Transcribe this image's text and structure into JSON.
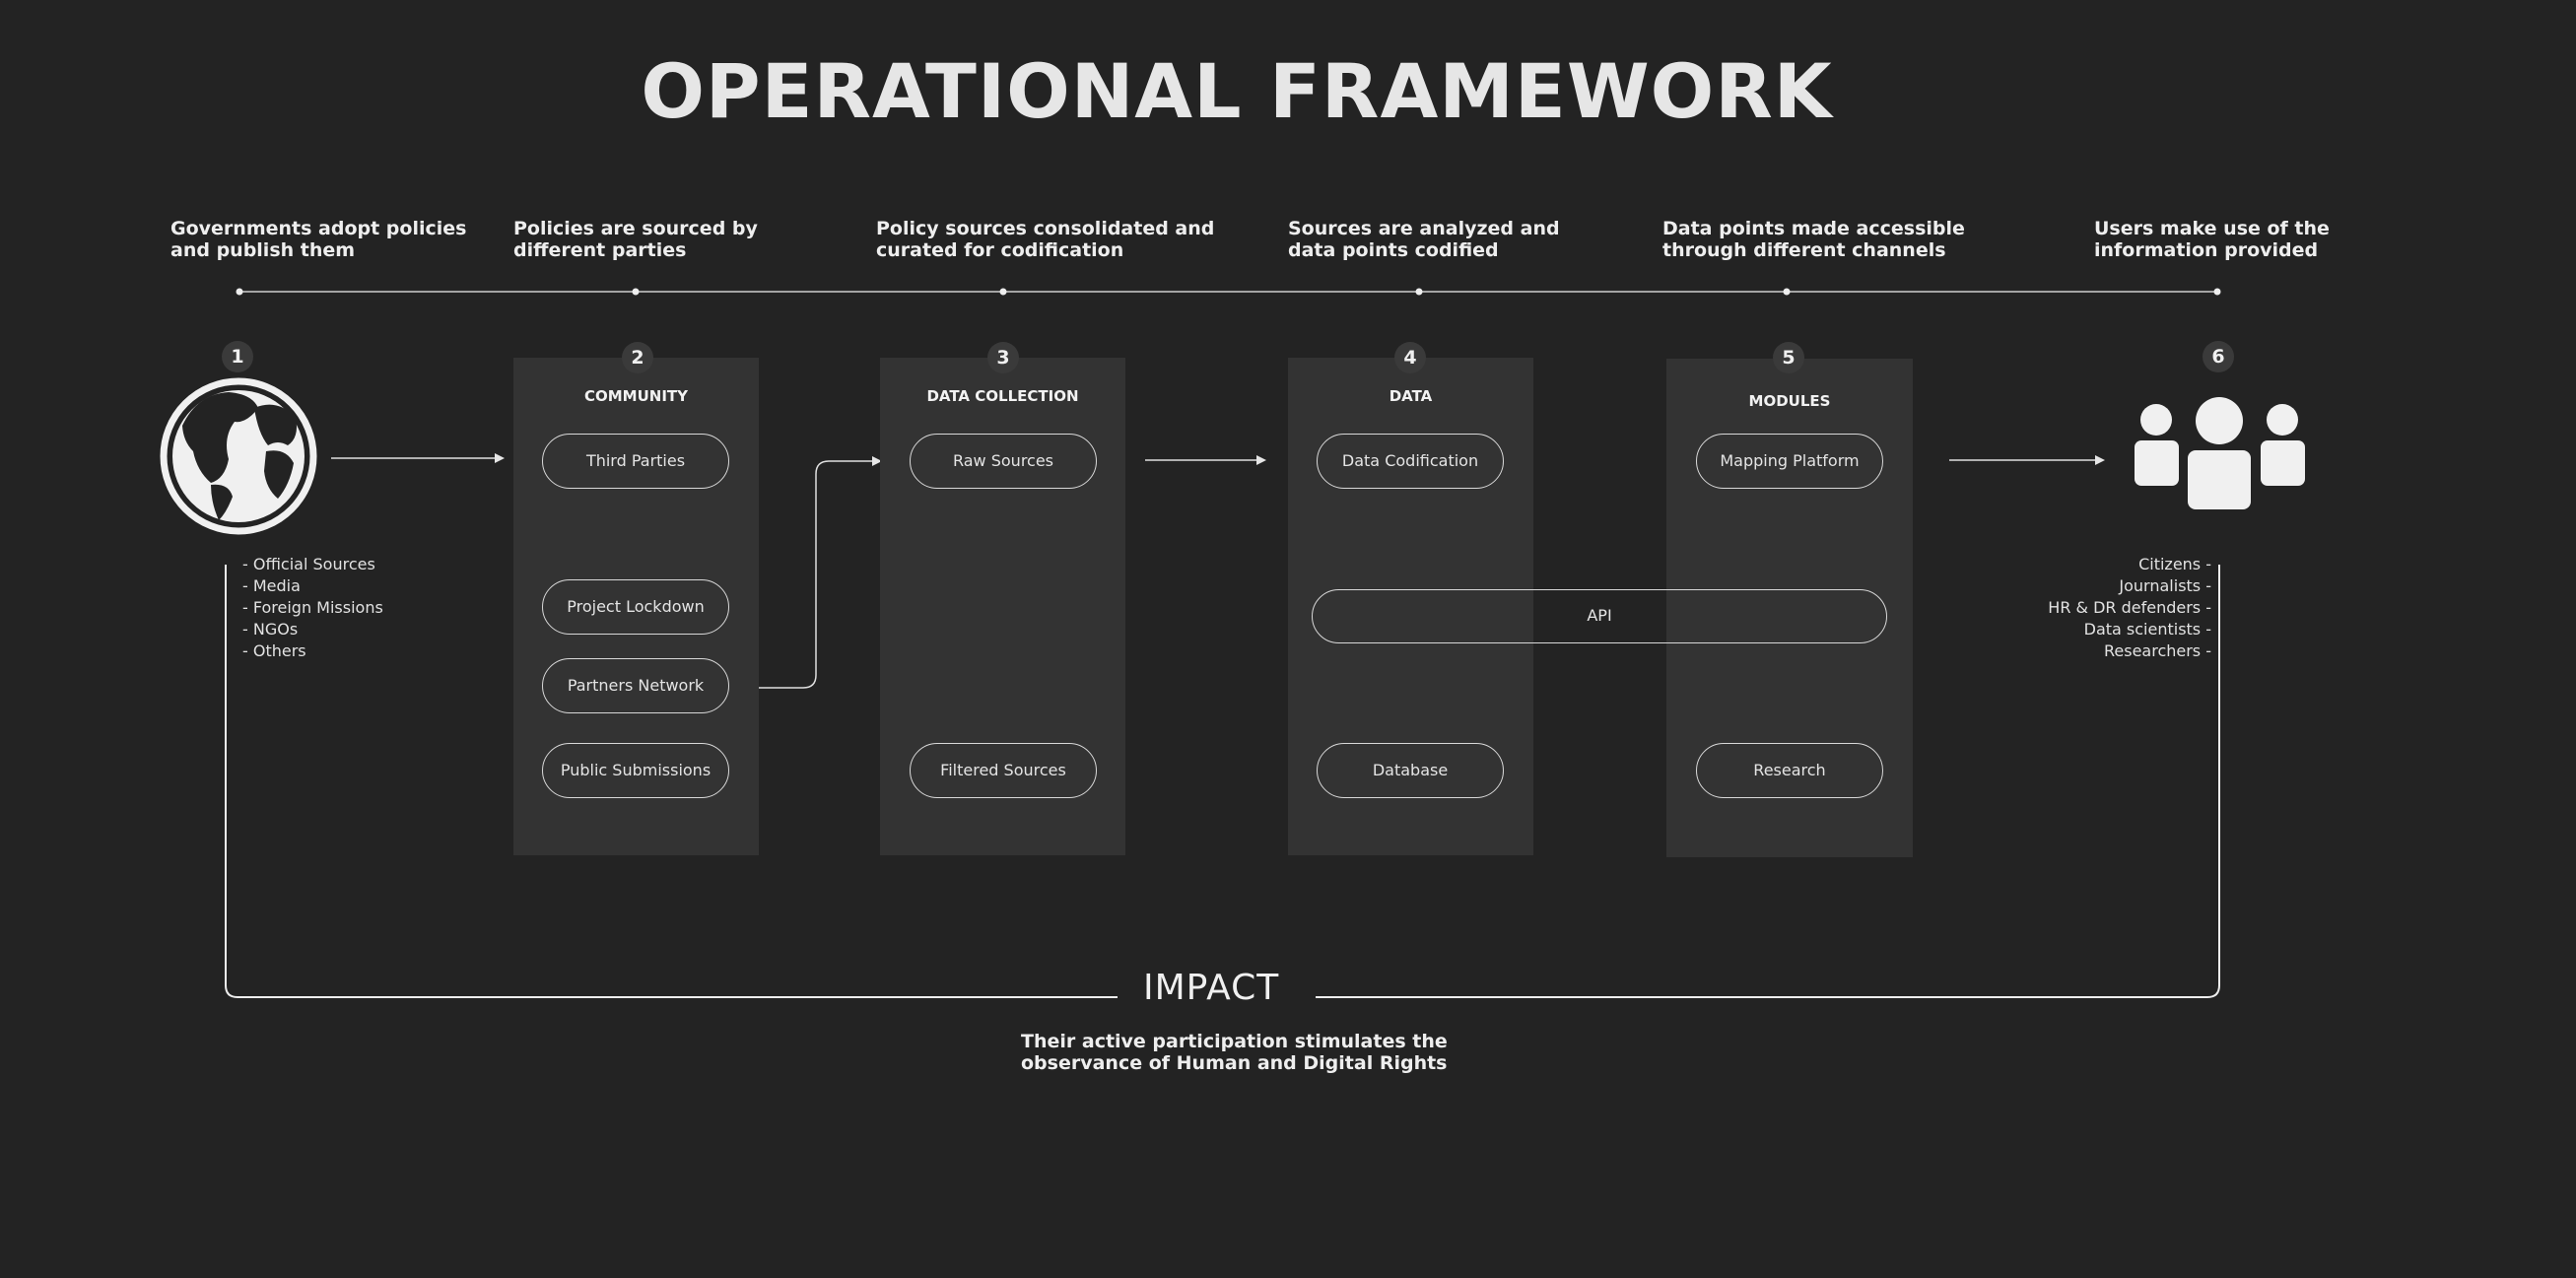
{
  "title": "OPERATIONAL FRAMEWORK",
  "stages": [
    {
      "number": "1",
      "description": [
        "Governments adopt policies",
        "and publish them"
      ]
    },
    {
      "number": "2",
      "description": [
        "Policies are sourced by",
        "different parties"
      ],
      "panel_title": "COMMUNITY"
    },
    {
      "number": "3",
      "description": [
        "Policy sources consolidated and",
        "curated for codification"
      ],
      "panel_title": "DATA COLLECTION"
    },
    {
      "number": "4",
      "description": [
        "Sources are analyzed and",
        "data points codified"
      ],
      "panel_title": "DATA"
    },
    {
      "number": "5",
      "description": [
        "Data points made accessible",
        "through different channels"
      ],
      "panel_title": "MODULES"
    },
    {
      "number": "6",
      "description": [
        "Users make use of the",
        "information provided"
      ]
    }
  ],
  "community": {
    "third_parties": "Third Parties",
    "project_lockdown": "Project Lockdown",
    "partners_network": "Partners Network",
    "public_submissions": "Public Submissions"
  },
  "data_collection": {
    "raw_sources": "Raw Sources",
    "filtered_sources": "Filtered Sources"
  },
  "data": {
    "data_codification": "Data Codification",
    "database": "Database"
  },
  "modules": {
    "mapping_platform": "Mapping Platform",
    "research": "Research"
  },
  "api": "API",
  "sources": [
    "- Official Sources",
    "- Media",
    "- Foreign Missions",
    "- NGOs",
    "- Others"
  ],
  "users": [
    "Citizens -",
    "Journalists -",
    "HR & DR defenders -",
    "Data scientists -",
    "Researchers -"
  ],
  "impact": {
    "label": "IMPACT",
    "description": [
      "Their active participation stimulates the",
      "observance of Human and Digital Rights"
    ]
  },
  "icons": {
    "stage1": "globe-icon",
    "stage6": "users-group-icon"
  },
  "colors": {
    "background": "#232323",
    "panel": "#333333",
    "text": "#eeeeee",
    "line": "#d8d8d8"
  }
}
